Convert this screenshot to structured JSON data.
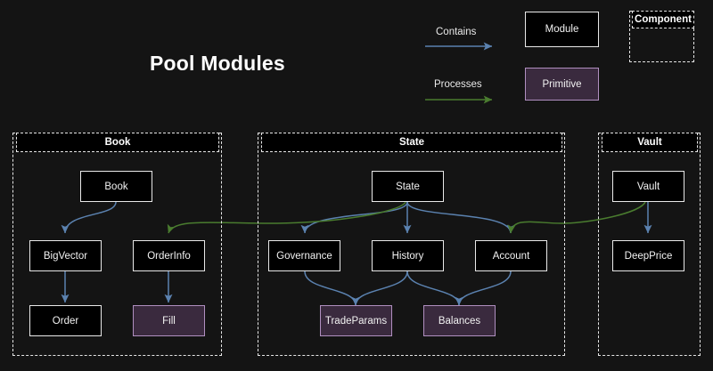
{
  "diagram": {
    "title": "Pool Modules",
    "background_color": "#141414",
    "colors": {
      "contains_edge": "#5b82b0",
      "processes_edge": "#4a7c2f",
      "module_fill": "#000000",
      "module_border": "#e9e9e9",
      "primitive_fill": "#3a2a3e",
      "primitive_border": "#b08fc0",
      "component_border": "#e6e6e6",
      "text": "#ffffff"
    }
  },
  "legend": {
    "contains_label": "Contains",
    "processes_label": "Processes",
    "module_label": "Module",
    "primitive_label": "Primitive",
    "component_label": "Component"
  },
  "groups": [
    {
      "id": "book",
      "label": "Book"
    },
    {
      "id": "state",
      "label": "State"
    },
    {
      "id": "vault",
      "label": "Vault"
    }
  ],
  "nodes": [
    {
      "id": "book",
      "label": "Book",
      "group": "book",
      "type": "module"
    },
    {
      "id": "bigvector",
      "label": "BigVector",
      "group": "book",
      "type": "module"
    },
    {
      "id": "orderinfo",
      "label": "OrderInfo",
      "group": "book",
      "type": "module"
    },
    {
      "id": "order",
      "label": "Order",
      "group": "book",
      "type": "module"
    },
    {
      "id": "fill",
      "label": "Fill",
      "group": "book",
      "type": "primitive"
    },
    {
      "id": "state",
      "label": "State",
      "group": "state",
      "type": "module"
    },
    {
      "id": "governance",
      "label": "Governance",
      "group": "state",
      "type": "module"
    },
    {
      "id": "history",
      "label": "History",
      "group": "state",
      "type": "module"
    },
    {
      "id": "account",
      "label": "Account",
      "group": "state",
      "type": "module"
    },
    {
      "id": "tradeparams",
      "label": "TradeParams",
      "group": "state",
      "type": "primitive"
    },
    {
      "id": "balances",
      "label": "Balances",
      "group": "state",
      "type": "primitive"
    },
    {
      "id": "vault",
      "label": "Vault",
      "group": "vault",
      "type": "module"
    },
    {
      "id": "deepprice",
      "label": "DeepPrice",
      "group": "vault",
      "type": "module"
    }
  ],
  "edges": [
    {
      "from": "book",
      "to": "bigvector",
      "kind": "contains"
    },
    {
      "from": "bigvector",
      "to": "order",
      "kind": "contains"
    },
    {
      "from": "orderinfo",
      "to": "fill",
      "kind": "contains"
    },
    {
      "from": "book",
      "to": "orderinfo",
      "kind": "processes"
    },
    {
      "from": "state",
      "to": "governance",
      "kind": "contains"
    },
    {
      "from": "state",
      "to": "history",
      "kind": "contains"
    },
    {
      "from": "state",
      "to": "account",
      "kind": "contains"
    },
    {
      "from": "governance",
      "to": "tradeparams",
      "kind": "contains"
    },
    {
      "from": "history",
      "to": "tradeparams",
      "kind": "contains"
    },
    {
      "from": "history",
      "to": "balances",
      "kind": "contains"
    },
    {
      "from": "account",
      "to": "balances",
      "kind": "contains"
    },
    {
      "from": "vault",
      "to": "deepprice",
      "kind": "contains"
    },
    {
      "from": "vault",
      "to": "account",
      "kind": "processes"
    },
    {
      "from": "state",
      "to": "orderinfo",
      "kind": "processes"
    }
  ]
}
